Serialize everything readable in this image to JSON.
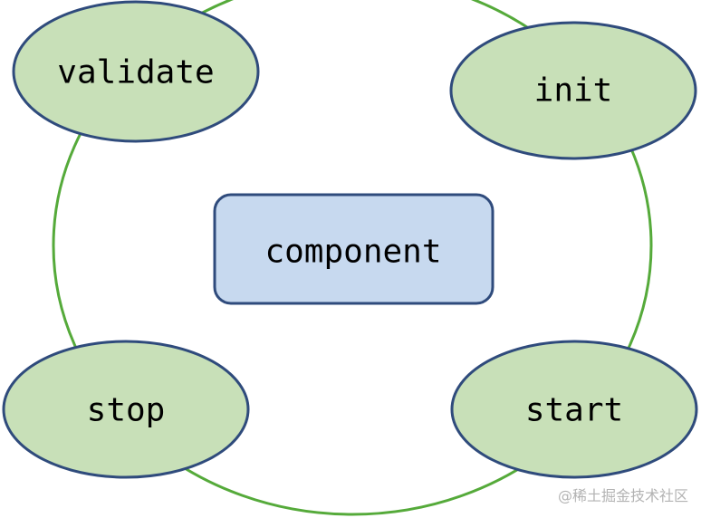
{
  "colors": {
    "cycle_stroke": "#55aa3a",
    "node_fill": "#c8e0b8",
    "node_stroke": "#2f4b7c",
    "center_fill": "#c7d9ef",
    "center_stroke": "#2f4b7c",
    "watermark": "#b3b3b3"
  },
  "center": {
    "label": "component"
  },
  "nodes": {
    "validate": {
      "label": "validate"
    },
    "init": {
      "label": "init"
    },
    "start": {
      "label": "start"
    },
    "stop": {
      "label": "stop"
    }
  },
  "watermark": {
    "text": "@稀土掘金技术社区"
  }
}
